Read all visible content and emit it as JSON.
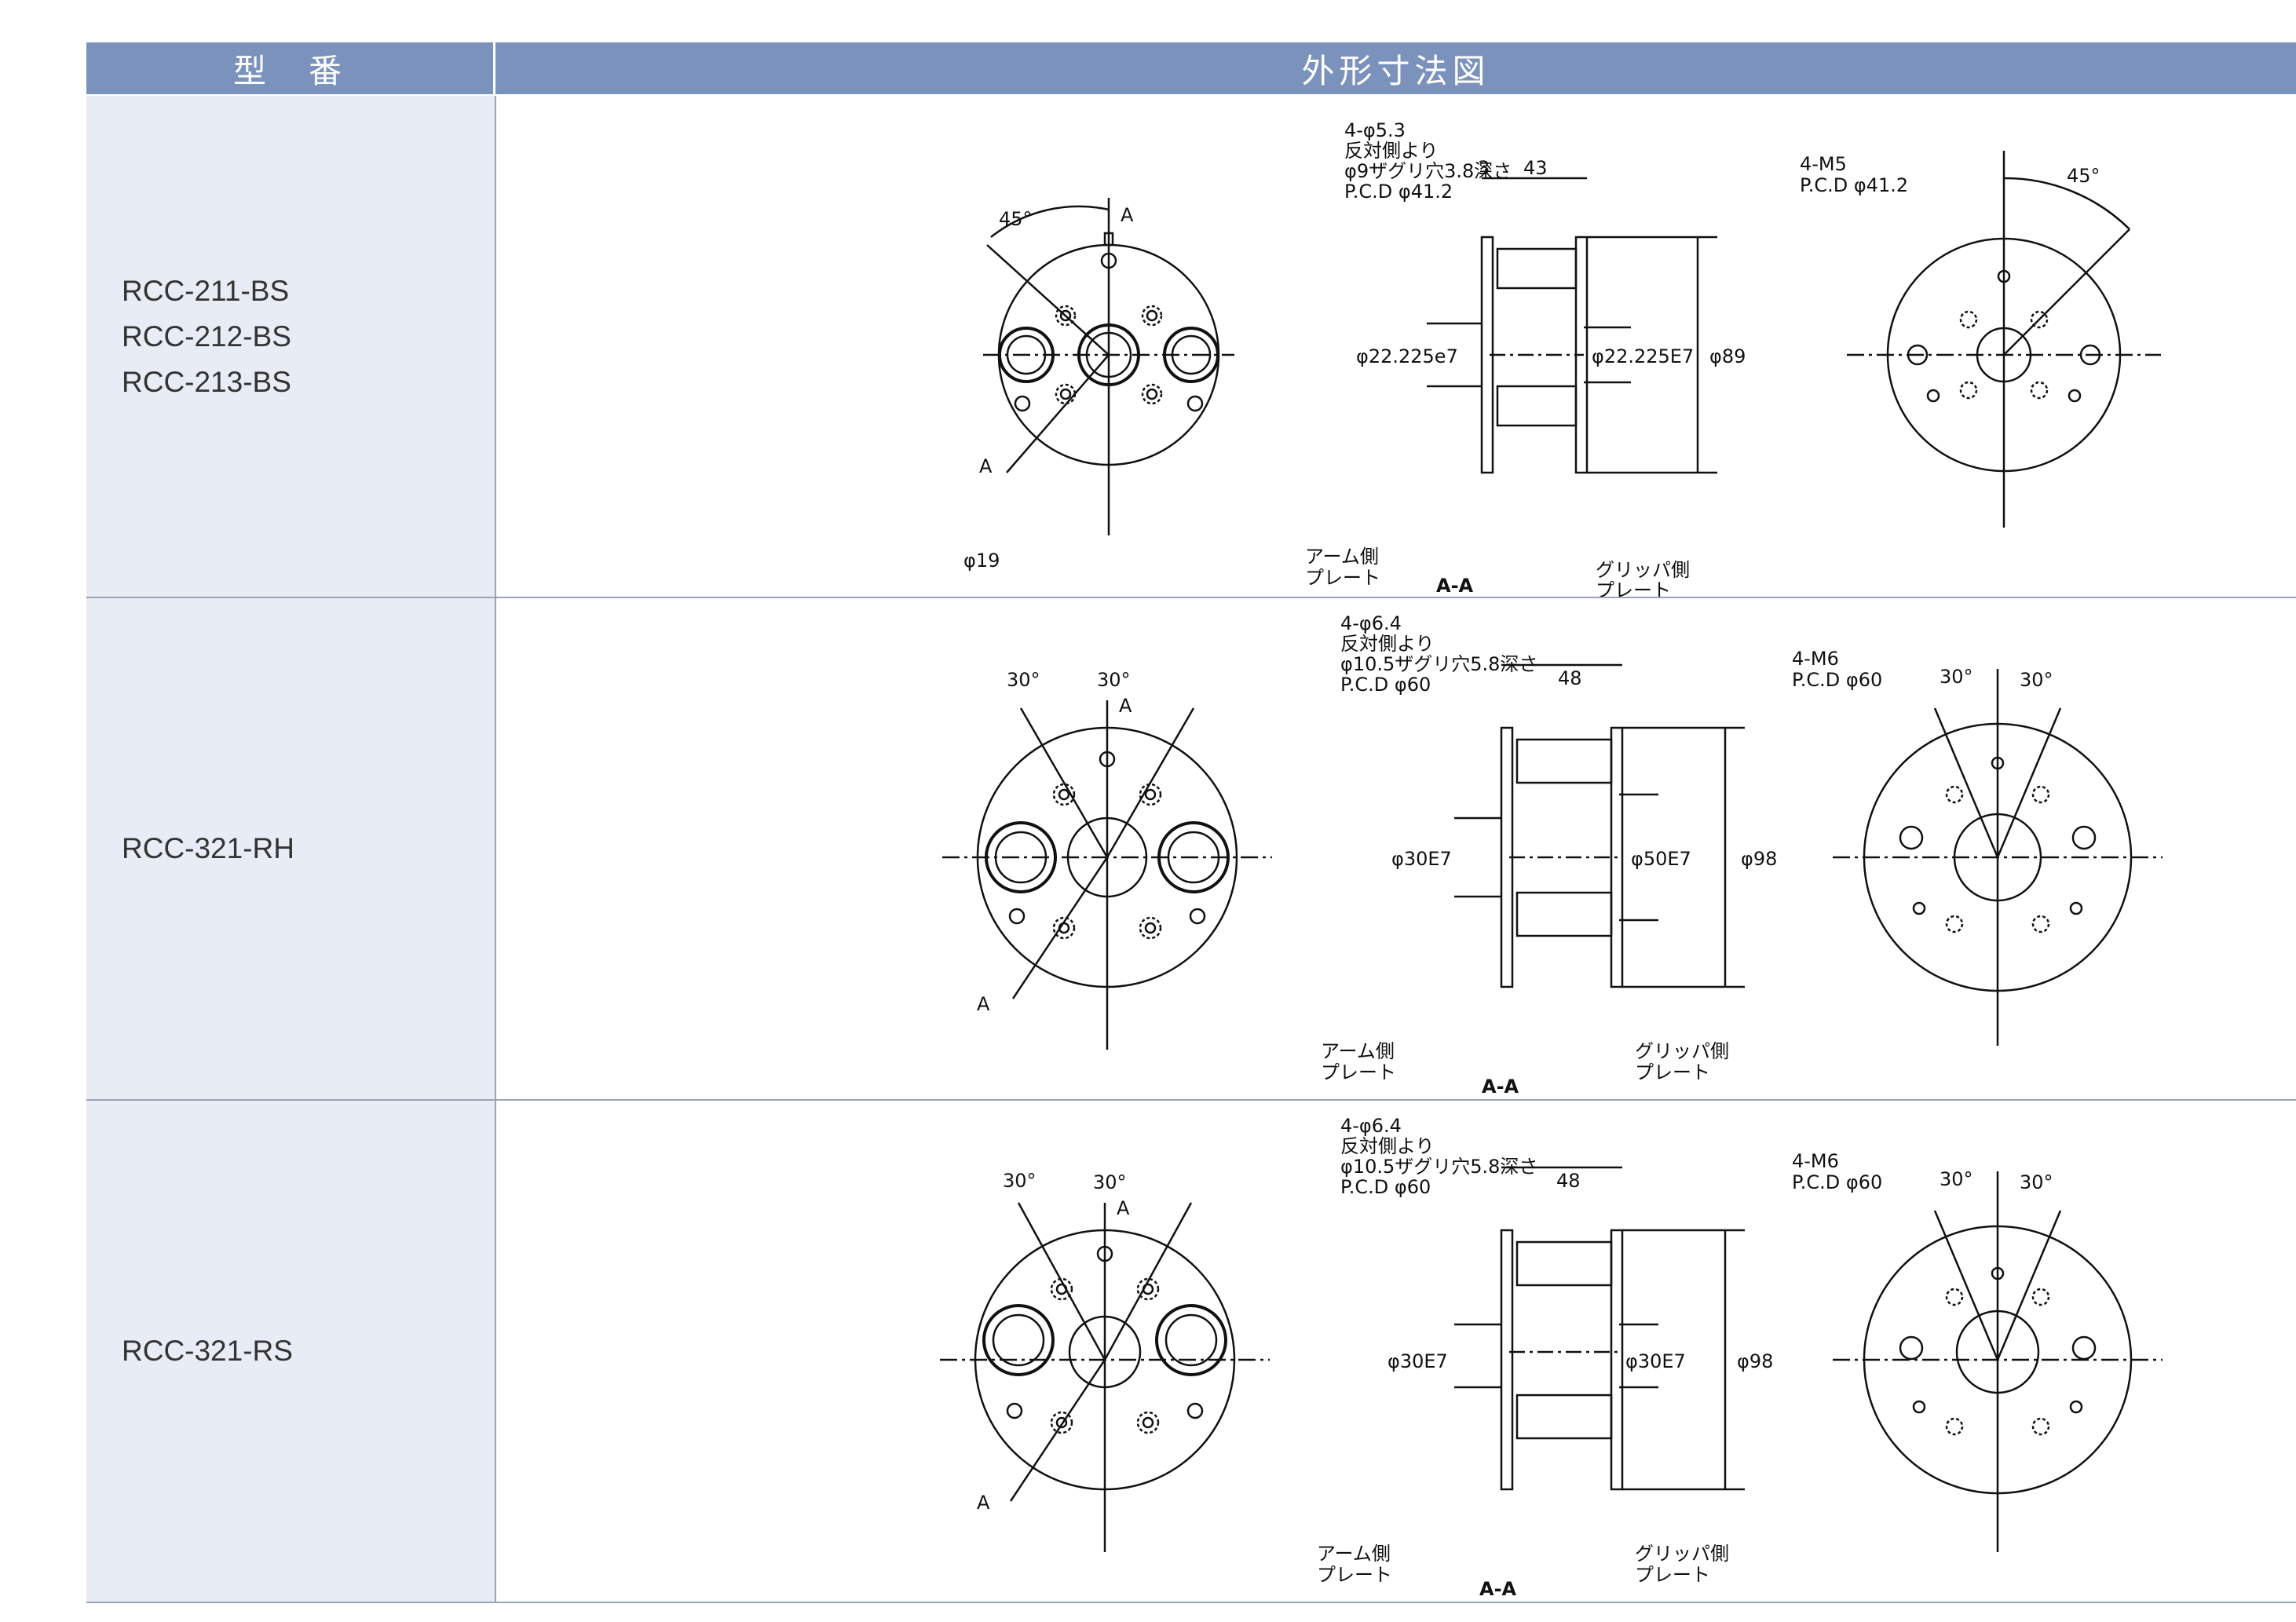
{
  "header": {
    "model_col": "型　番",
    "drawing_col": "外形寸法図"
  },
  "rows": [
    {
      "models": [
        "RCC-211-BS",
        "RCC-212-BS",
        "RCC-213-BS"
      ],
      "front": {
        "angle": "45°",
        "hole_note": [
          "4-φ5.3",
          "反対側より",
          "φ9ザグリ穴3.8深さ",
          "P.C.D φ41.2"
        ],
        "section": "A",
        "bore": "φ19"
      },
      "side": {
        "thk": "3",
        "width": "43",
        "dia_left": "φ22.225e7",
        "dia_mid": "φ22.225E7",
        "dia_outer": "φ89",
        "arm_plate": [
          "アーム側",
          "プレート"
        ],
        "gripper_plate": [
          "グリッパ側",
          "プレート"
        ],
        "section_label": "A-A"
      },
      "rear": {
        "tap": "4-M5",
        "pcd": "P.C.D φ41.2",
        "angle": "45°"
      }
    },
    {
      "models": [
        "RCC-321-RH"
      ],
      "front": {
        "angle_l": "30°",
        "angle_r": "30°",
        "hole_note": [
          "4-φ6.4",
          "反対側より",
          "φ10.5ザグリ穴5.8深さ",
          "P.C.D φ60"
        ],
        "section": "A"
      },
      "side": {
        "width": "48",
        "dia_left": "φ30E7",
        "dia_mid": "φ50E7",
        "dia_outer": "φ98",
        "arm_plate": [
          "アーム側",
          "プレート"
        ],
        "gripper_plate": [
          "グリッパ側",
          "プレート"
        ],
        "section_label": "A-A"
      },
      "rear": {
        "tap": "4-M6",
        "pcd": "P.C.D φ60",
        "angle_l": "30°",
        "angle_r": "30°"
      }
    },
    {
      "models": [
        "RCC-321-RS"
      ],
      "front": {
        "angle_l": "30°",
        "angle_r": "30°",
        "hole_note": [
          "4-φ6.4",
          "反対側より",
          "φ10.5ザグリ穴5.8深さ",
          "P.C.D φ60"
        ],
        "section": "A"
      },
      "side": {
        "width": "48",
        "dia_left": "φ30E7",
        "dia_mid": "φ30E7",
        "dia_outer": "φ98",
        "arm_plate": [
          "アーム側",
          "プレート"
        ],
        "gripper_plate": [
          "グリッパ側",
          "プレート"
        ],
        "section_label": "A-A"
      },
      "rear": {
        "tap": "4-M6",
        "pcd": "P.C.D φ60",
        "angle_l": "30°",
        "angle_r": "30°"
      }
    }
  ]
}
